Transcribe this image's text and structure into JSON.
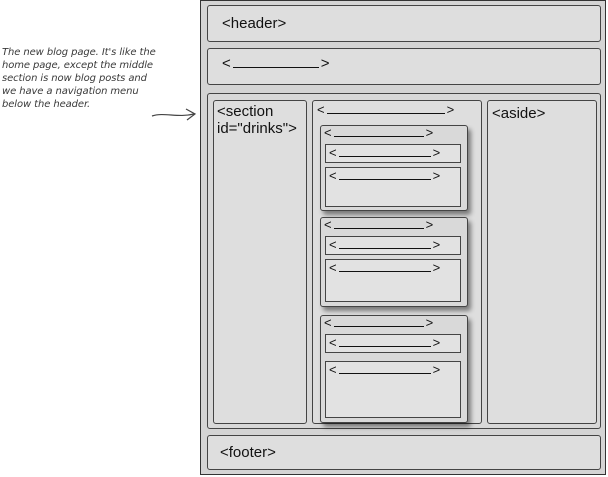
{
  "annotation": {
    "lines": [
      "The new blog page. It's like the",
      "home page, except the middle",
      "section is now blog posts and",
      "we have a navigation menu",
      "below the header."
    ]
  },
  "page": {
    "header_label": "<header>",
    "nav_label": [
      "<",
      ">"
    ],
    "section": {
      "line1": "<section",
      "line2": "id=\"drinks\">"
    },
    "blog_label": [
      "<",
      ">"
    ],
    "articles": [
      {
        "label": [
          "<",
          ">"
        ],
        "header": [
          "<",
          ">"
        ],
        "body": [
          "<",
          ">"
        ]
      },
      {
        "label": [
          "<",
          ">"
        ],
        "header": [
          "<",
          ">"
        ],
        "body": [
          "<",
          ">"
        ]
      },
      {
        "label": [
          "<",
          ">"
        ],
        "header": [
          "<",
          ">"
        ],
        "body": [
          "<",
          ">"
        ]
      }
    ],
    "aside_label": "<aside>",
    "footer_label": "<footer>"
  },
  "colors": {
    "page_bg": "#d4d4d4",
    "box_bg": "#dedede",
    "border": "#444444"
  }
}
